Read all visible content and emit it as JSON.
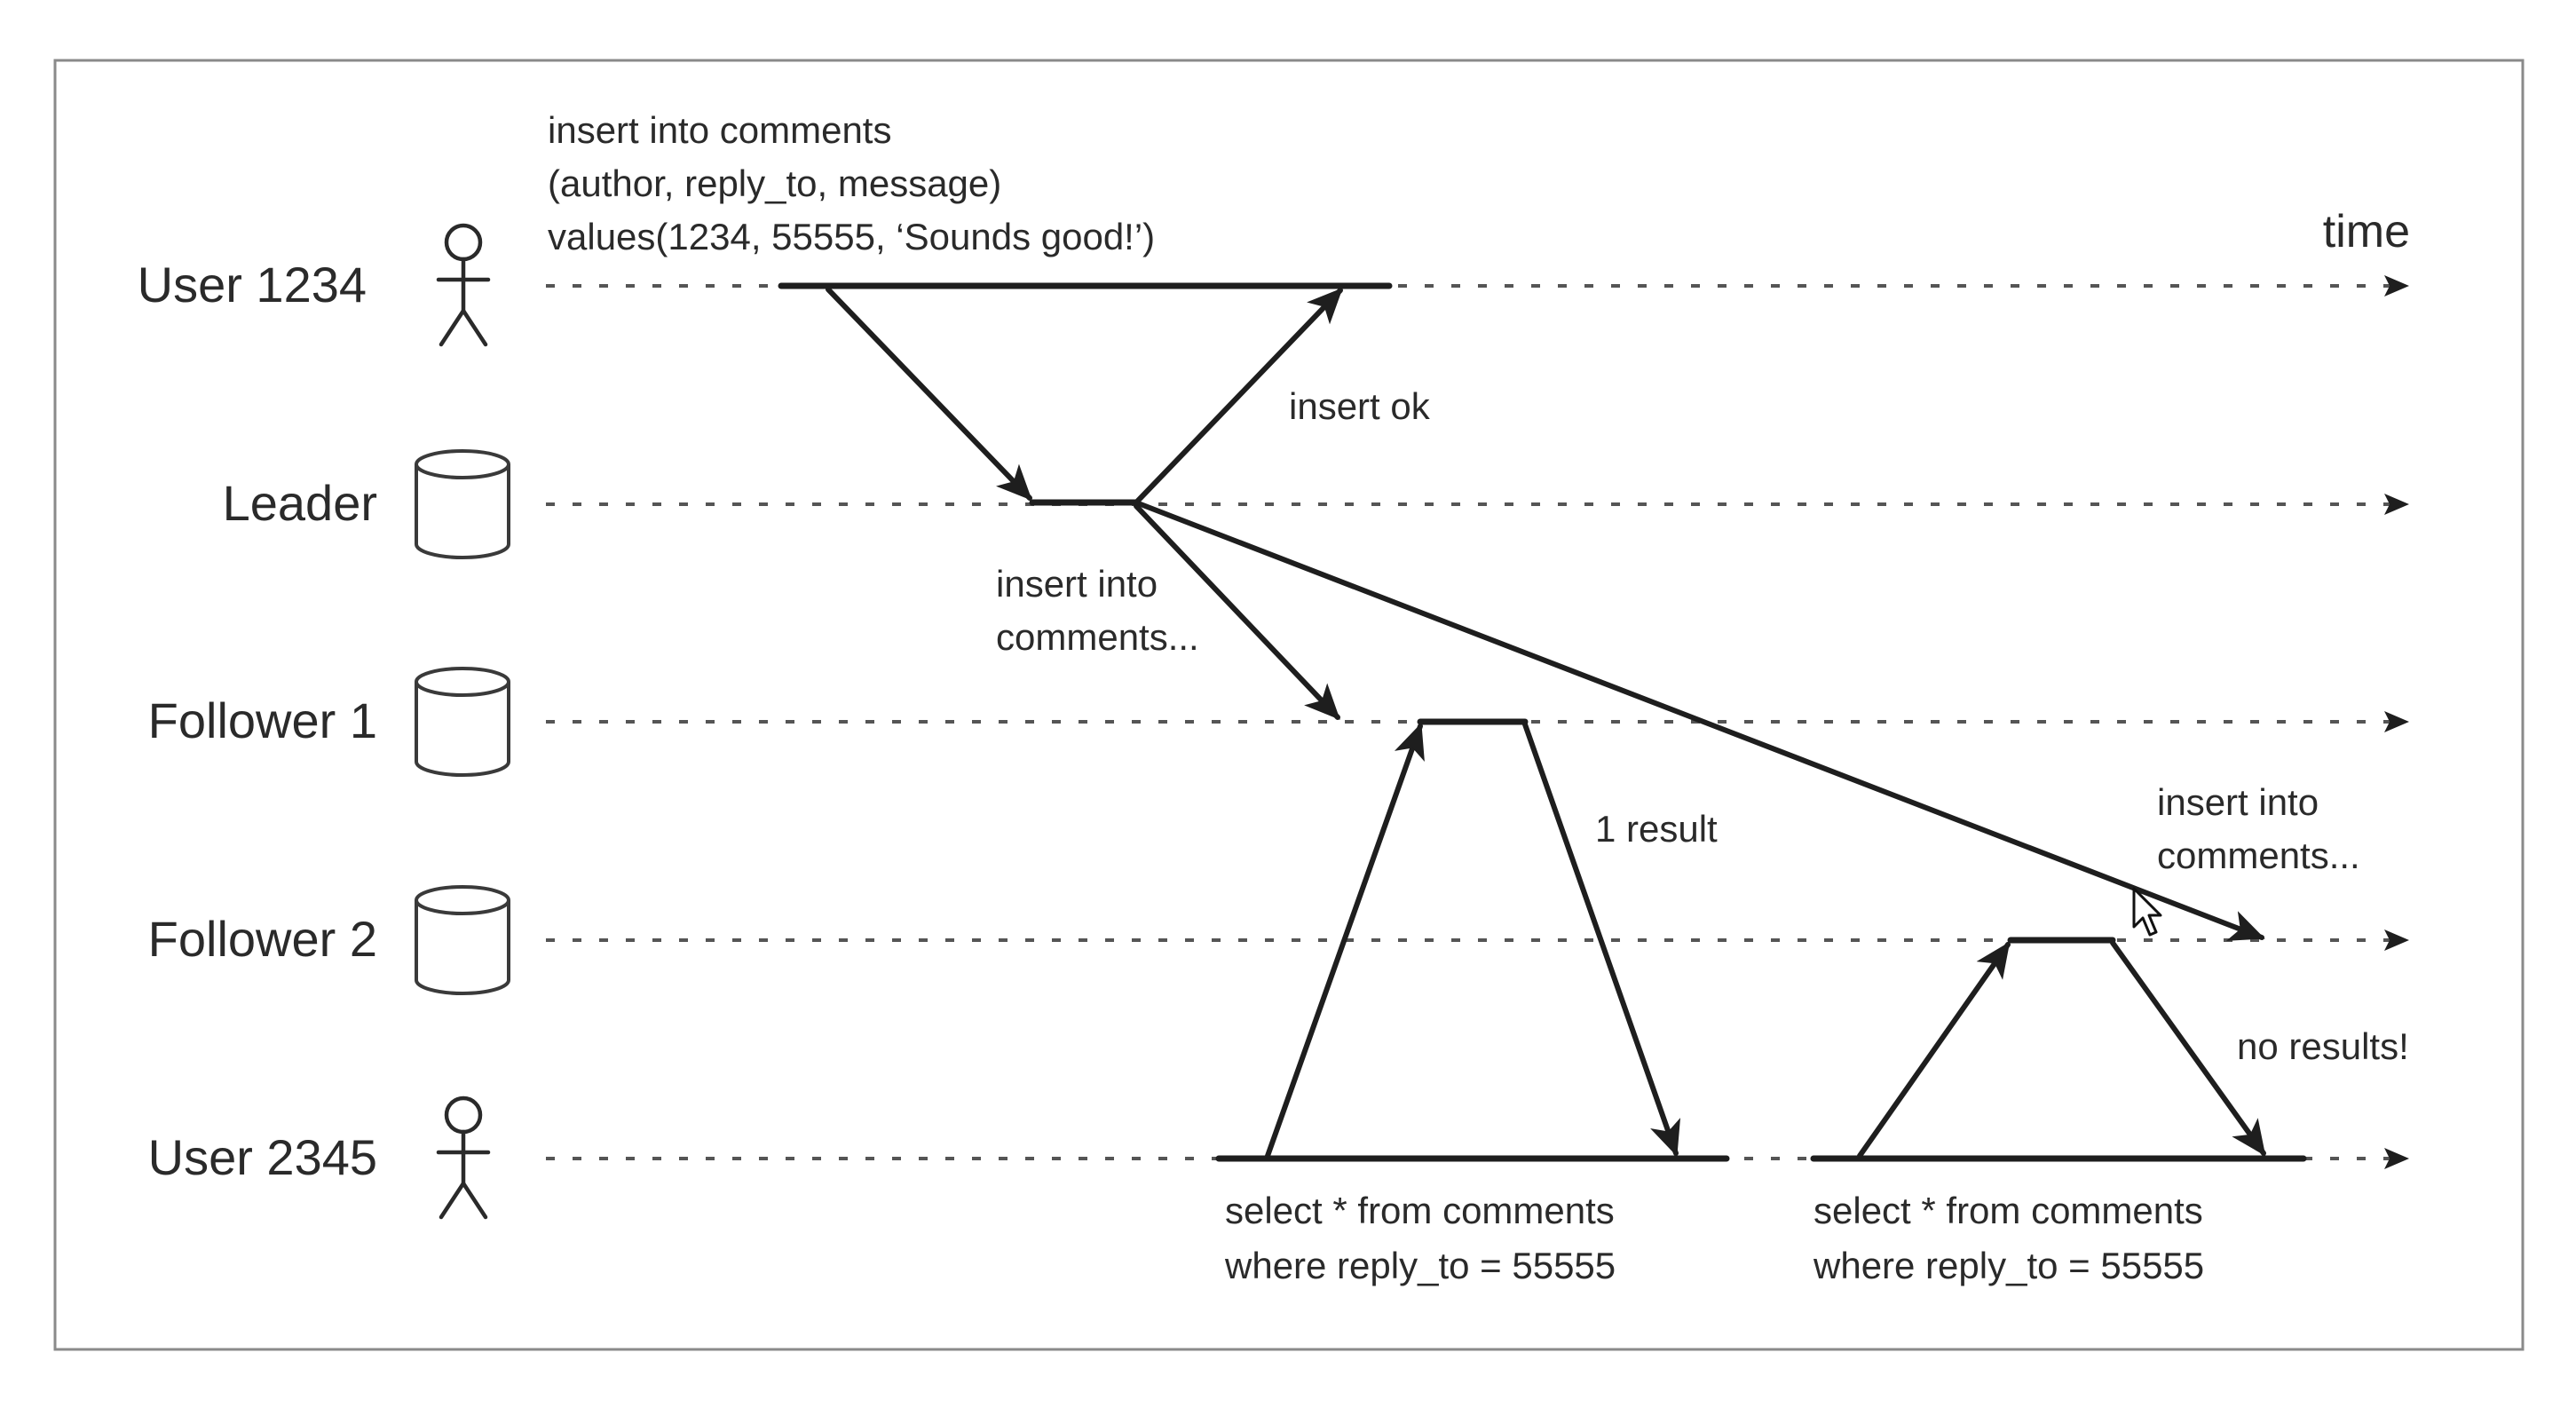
{
  "lanes": {
    "user1": "User 1234",
    "leader": "Leader",
    "follower1": "Follower 1",
    "follower2": "Follower 2",
    "user2": "User 2345"
  },
  "time_label": "time",
  "notes": {
    "insert_query": [
      "insert into comments",
      "(author, reply_to, message)",
      "values(1234, 55555, ‘Sounds good!’)"
    ],
    "insert_ok": "insert ok",
    "replicate_follower1": [
      "insert into",
      "comments..."
    ],
    "replicate_follower2": [
      "insert into",
      "comments..."
    ],
    "one_result": "1 result",
    "no_results": "no results!",
    "select_query_1": [
      "select * from comments",
      "where reply_to = 55555"
    ],
    "select_query_2": [
      "select * from comments",
      "where reply_to = 55555"
    ]
  },
  "icons": {
    "user1": "user-icon",
    "leader": "database-icon",
    "follower1": "database-icon",
    "follower2": "database-icon",
    "user2": "user-icon",
    "cursor": "mouse-cursor-icon"
  },
  "colors": {
    "ink": "#1e1e1e",
    "frame": "#8a8a8a",
    "background": "#ffffff"
  }
}
